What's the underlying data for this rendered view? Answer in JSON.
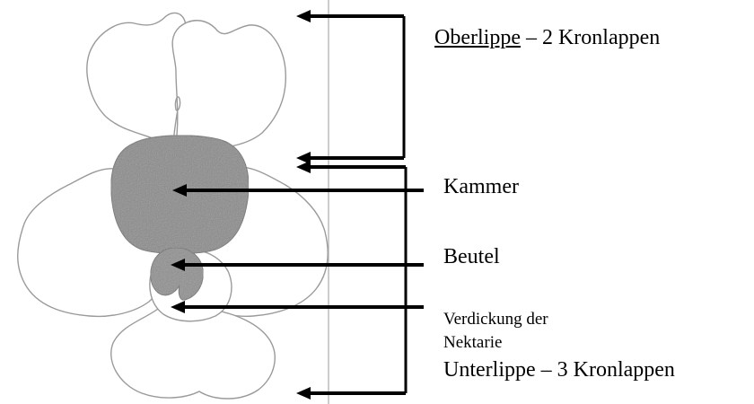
{
  "labels": {
    "upper_lip_term": "Oberlippe",
    "upper_lip_rest": " – 2 Kronlappen",
    "chamber": "Kammer",
    "anther": "Beutel",
    "thickening_line1": "Verdickung der",
    "thickening_line2": "Nektarie",
    "lower_lip": "Unterlippe – 3 Kronlappen"
  },
  "colors": {
    "outline": "#9a9a9a",
    "shaded_fill": "#8a8a8a",
    "arrow": "#000000",
    "divider": "#aaaaaa"
  }
}
